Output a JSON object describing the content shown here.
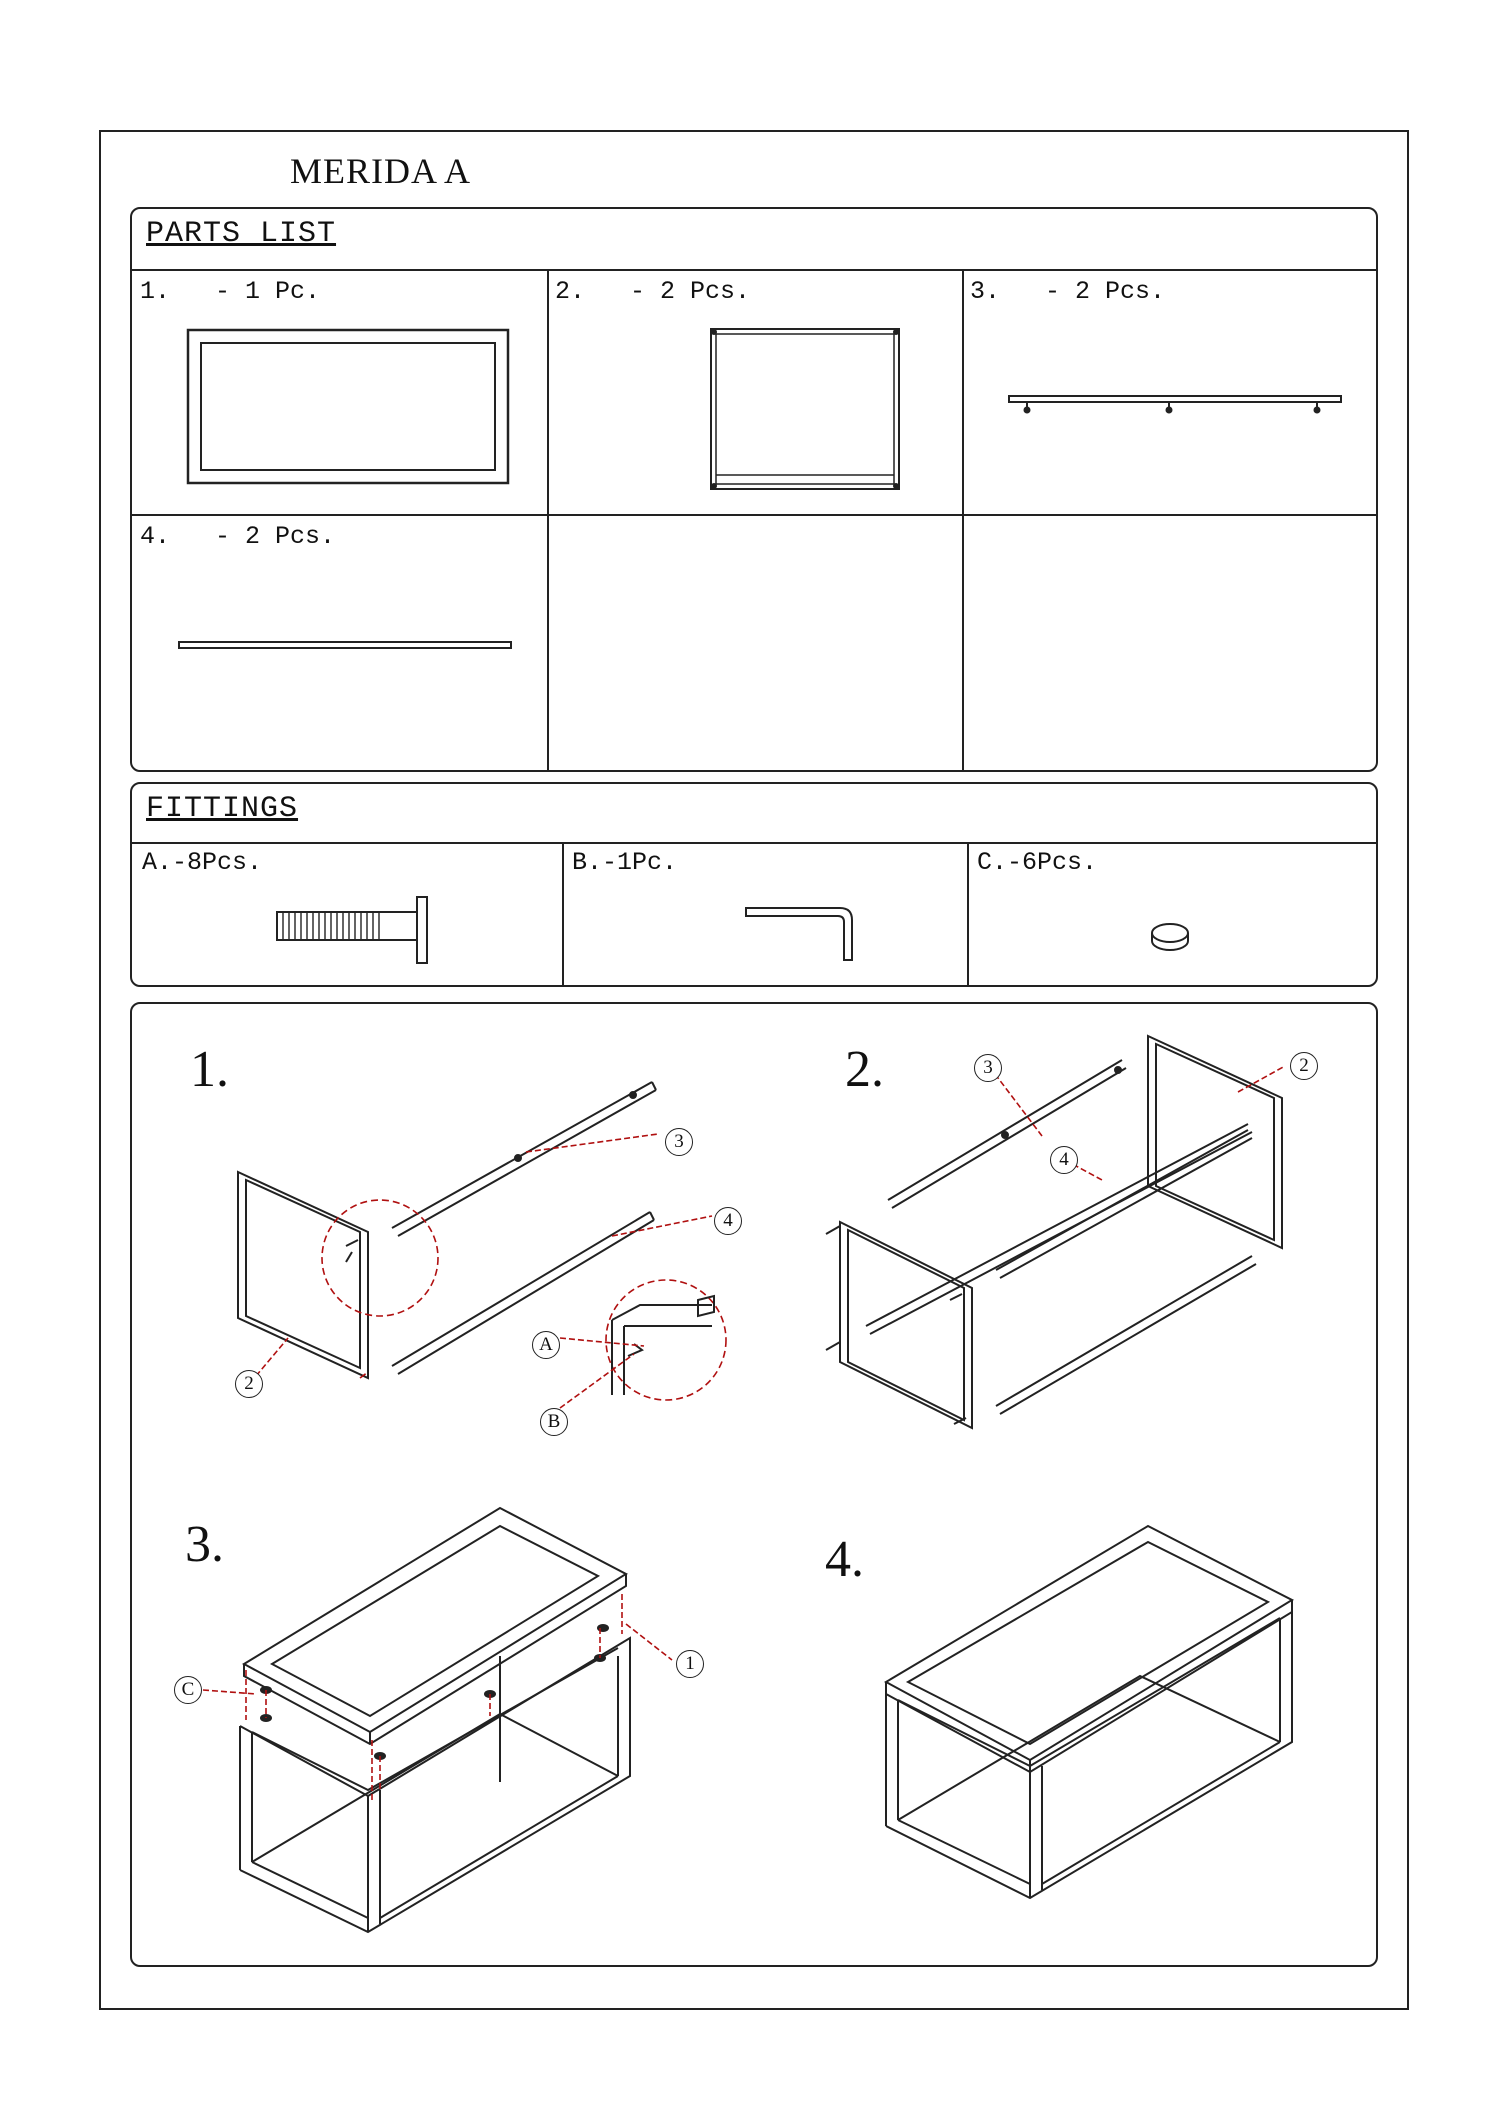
{
  "title": "MERIDA  A",
  "parts_list": {
    "heading": "PARTS LIST",
    "items": [
      {
        "label": "1.   - 1 Pc."
      },
      {
        "label": "2.   - 2 Pcs."
      },
      {
        "label": "3.   - 2 Pcs."
      },
      {
        "label": "4.   - 2 Pcs."
      }
    ]
  },
  "fittings": {
    "heading": "FITTINGS",
    "items": [
      {
        "label": "A.-8Pcs."
      },
      {
        "label": "B.-1Pc."
      },
      {
        "label": "C.-6Pcs."
      }
    ]
  },
  "steps": {
    "labels": [
      "1.",
      "2.",
      "3.",
      "4."
    ],
    "callouts": {
      "s1_part3": "3",
      "s1_part4": "4",
      "s1_part2": "2",
      "s1_fitA": "A",
      "s1_fitB": "B",
      "s2_part3": "3",
      "s2_part2": "2",
      "s2_part4": "4",
      "s3_fitC": "C",
      "s3_part1": "1"
    }
  },
  "colors": {
    "line": "#222222",
    "callout": "#b01010"
  }
}
